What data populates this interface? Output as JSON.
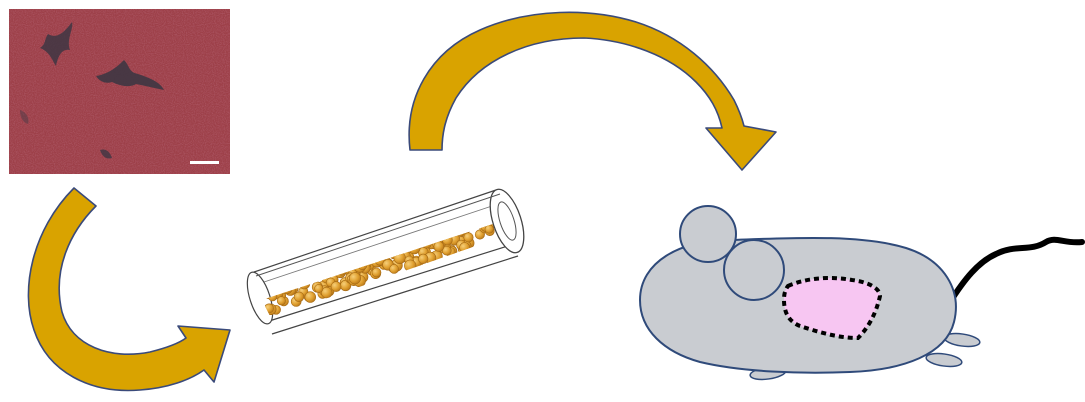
{
  "figure": {
    "panels": [
      {
        "id": "tissue-micrograph",
        "description_icon": "histology-image"
      },
      {
        "id": "cell-tube",
        "description_icon": "cylinder-with-cells"
      },
      {
        "id": "mouse",
        "description_icon": "mouse-with-implant-region"
      }
    ],
    "colors": {
      "arrow_fill": "#D9A300",
      "arrow_stroke": "#3A4A7A",
      "tissue_base": "#B54A55",
      "tissue_dark": "#3C3440",
      "cell_fill": "#E0A030",
      "mouse_fill": "#C9CCD1",
      "mouse_stroke": "#2F4A7A",
      "implant_fill": "#F7C6F2",
      "tail": "#000000"
    }
  }
}
